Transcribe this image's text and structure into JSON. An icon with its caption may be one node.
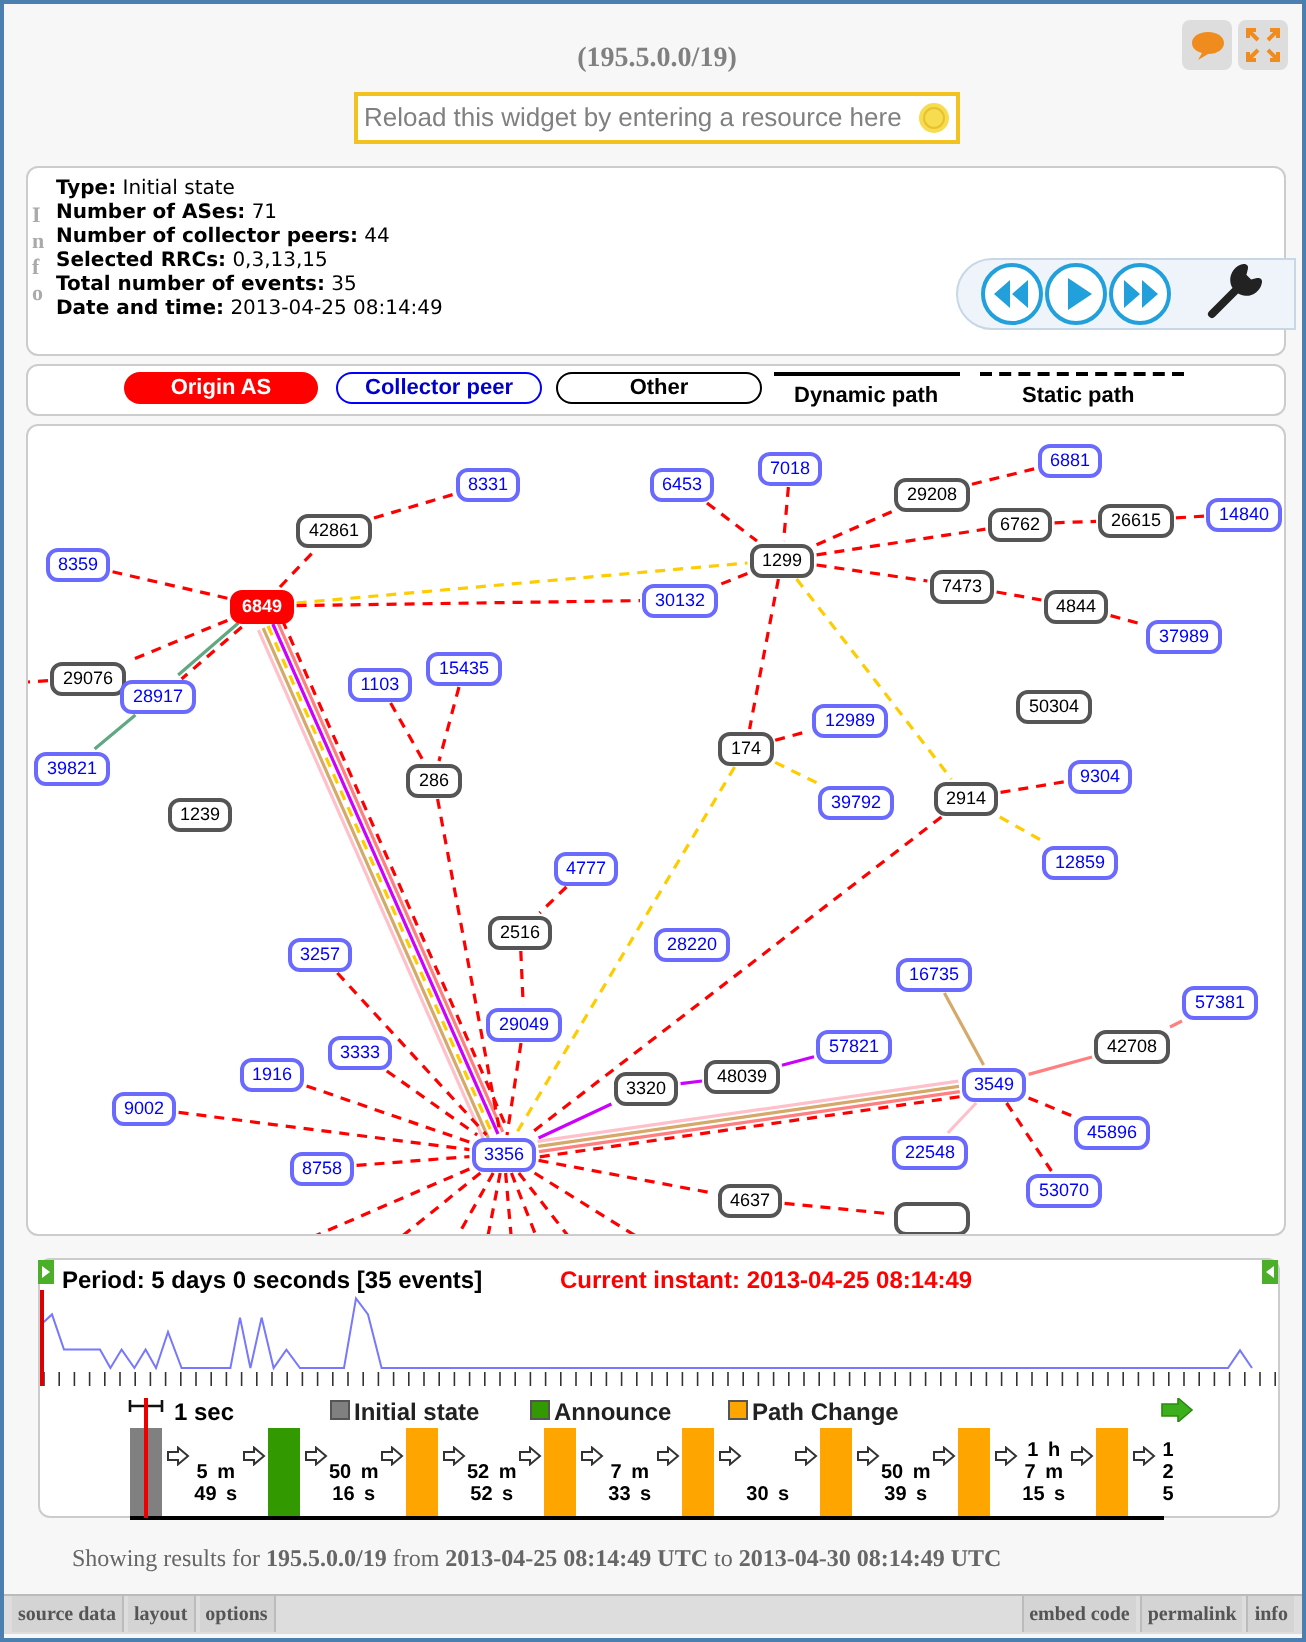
{
  "diagram": {
    "title": "(195.5.0.0/19)",
    "nodes": [
      {
        "text": [
          "6849"
        ]
      },
      {
        "text": [
          "8331"
        ]
      },
      {
        "text": [
          "42861"
        ]
      },
      {
        "text": [
          "8359"
        ]
      },
      {
        "text": [
          "29076"
        ]
      },
      {
        "text": [
          "28917"
        ]
      },
      {
        "text": [
          "39821"
        ]
      },
      {
        "text": [
          "1239"
        ]
      },
      {
        "text": [
          "1103"
        ]
      },
      {
        "text": [
          "15435"
        ]
      },
      {
        "text": [
          "286"
        ]
      },
      {
        "text": [
          "6453"
        ]
      },
      {
        "text": [
          "7018"
        ]
      },
      {
        "text": [
          "29208"
        ]
      },
      {
        "text": [
          "6881"
        ]
      },
      {
        "text": [
          "6762"
        ]
      },
      {
        "text": [
          "26615"
        ]
      },
      {
        "text": [
          "14840"
        ]
      },
      {
        "text": [
          "1299"
        ]
      },
      {
        "text": [
          "30132"
        ]
      },
      {
        "text": [
          "7473"
        ]
      },
      {
        "text": [
          "4844"
        ]
      },
      {
        "text": [
          "37989"
        ]
      },
      {
        "text": [
          "50304"
        ]
      },
      {
        "text": [
          "174"
        ]
      },
      {
        "text": [
          "12989"
        ]
      },
      {
        "text": [
          "39792"
        ]
      },
      {
        "text": [
          "2914"
        ]
      },
      {
        "text": [
          "9304"
        ]
      },
      {
        "text": [
          "12859"
        ]
      },
      {
        "text": [
          "4777"
        ]
      },
      {
        "text": [
          "2516"
        ]
      },
      {
        "text": [
          "28220"
        ]
      },
      {
        "text": [
          "3257"
        ]
      },
      {
        "text": [
          "29049"
        ]
      },
      {
        "text": [
          "3333"
        ]
      },
      {
        "text": [
          "1916"
        ]
      },
      {
        "text": [
          "9002"
        ]
      },
      {
        "text": [
          "3356"
        ]
      },
      {
        "text": [
          "8758"
        ]
      },
      {
        "text": [
          "3320"
        ]
      },
      {
        "text": [
          "48039"
        ]
      },
      {
        "text": [
          "57821"
        ]
      },
      {
        "text": [
          "16735"
        ]
      },
      {
        "text": [
          "3549"
        ]
      },
      {
        "text": [
          "42708"
        ]
      },
      {
        "text": [
          "57381"
        ]
      },
      {
        "text": [
          "22548"
        ]
      },
      {
        "text": [
          "45896"
        ]
      },
      {
        "text": [
          "53070"
        ]
      },
      {
        "text": [
          "4637"
        ]
      },
      {
        "text": [],
        "shape": "box"
      }
    ],
    "edges": [
      {
        "from": 0,
        "to": 3,
        "arrow": "none",
        "style": "dashed"
      },
      {
        "from": 0,
        "to": 2,
        "arrow": "none",
        "style": "dashed"
      },
      {
        "from": 2,
        "to": 1,
        "arrow": "none",
        "style": "dashed"
      },
      {
        "from": 0,
        "to": 4,
        "arrow": "none",
        "style": "dashed"
      },
      {
        "from": 4,
        "to": null,
        "arrow": "none",
        "style": "dashed"
      },
      {
        "from": 0,
        "to": 5,
        "arrow": "none",
        "style": "dashed"
      },
      {
        "from": 0,
        "to": 5,
        "arrow": "none",
        "color": "#5fa882"
      },
      {
        "from": 5,
        "to": 6,
        "arrow": "none",
        "color": "#5fa882"
      },
      {
        "from": 0,
        "to": 18,
        "arrow": "none",
        "style": "dashed",
        "color": "#ffcc00"
      },
      {
        "from": 0,
        "to": 19,
        "arrow": "none",
        "style": "dashed"
      },
      {
        "from": 0,
        "to": 38,
        "arrow": "none",
        "style": "dashed"
      },
      {
        "from": 0,
        "to": 38,
        "arrow": "none",
        "color": "#ff8080"
      },
      {
        "from": 0,
        "to": 38,
        "arrow": "none",
        "color": "#cc00ff"
      },
      {
        "from": 0,
        "to": 38,
        "arrow": "none",
        "style": "dashed",
        "color": "#ffcc00"
      },
      {
        "from": 0,
        "to": 38,
        "arrow": "none",
        "color": "#d4a96a"
      },
      {
        "from": 0,
        "to": 38,
        "arrow": "none",
        "color": "#ffc0cb"
      },
      {
        "from": 8,
        "to": 10,
        "arrow": "none",
        "style": "dashed"
      },
      {
        "from": 9,
        "to": 10,
        "arrow": "none",
        "style": "dashed"
      },
      {
        "from": 10,
        "to": 38,
        "arrow": "none",
        "style": "dashed"
      },
      {
        "from": 11,
        "to": 18,
        "arrow": "none",
        "style": "dashed"
      },
      {
        "from": 12,
        "to": 18,
        "arrow": "none",
        "style": "dashed"
      },
      {
        "from": 18,
        "to": 13,
        "arrow": "none",
        "style": "dashed"
      },
      {
        "from": 13,
        "to": 14,
        "arrow": "none",
        "style": "dashed"
      },
      {
        "from": 18,
        "to": 15,
        "arrow": "none",
        "style": "dashed"
      },
      {
        "from": 15,
        "to": 16,
        "arrow": "none",
        "style": "dashed"
      },
      {
        "from": 16,
        "to": 17,
        "arrow": "none",
        "style": "dashed"
      },
      {
        "from": 18,
        "to": 20,
        "arrow": "none",
        "style": "dashed"
      },
      {
        "from": 20,
        "to": 21,
        "arrow": "none",
        "style": "dashed"
      },
      {
        "from": 21,
        "to": 22,
        "arrow": "none",
        "style": "dashed"
      },
      {
        "from": 18,
        "to": 19,
        "arrow": "none",
        "style": "dashed"
      },
      {
        "from": 18,
        "to": 24,
        "arrow": "none",
        "style": "dashed"
      },
      {
        "from": 18,
        "to": 27,
        "arrow": "none",
        "style": "dashed",
        "color": "#ffcc00"
      },
      {
        "from": 24,
        "to": 25,
        "arrow": "none",
        "style": "dashed"
      },
      {
        "from": 24,
        "to": 26,
        "arrow": "none",
        "style": "dashed",
        "color": "#ffcc00"
      },
      {
        "from": 24,
        "to": 38,
        "arrow": "none",
        "style": "dashed",
        "color": "#ffcc00"
      },
      {
        "from": 27,
        "to": 28,
        "arrow": "none",
        "style": "dashed"
      },
      {
        "from": 27,
        "to": 29,
        "arrow": "none",
        "style": "dashed",
        "color": "#ffcc00"
      },
      {
        "from": 27,
        "to": 38,
        "arrow": "none",
        "style": "dashed"
      },
      {
        "from": 30,
        "to": 31,
        "arrow": "none",
        "style": "dashed"
      },
      {
        "from": 31,
        "to": 34,
        "arrow": "none",
        "style": "dashed"
      },
      {
        "from": 34,
        "to": 38,
        "arrow": "none",
        "style": "dashed"
      },
      {
        "from": 33,
        "to": 38,
        "arrow": "none",
        "style": "dashed"
      },
      {
        "from": 35,
        "to": 38,
        "arrow": "none",
        "style": "dashed"
      },
      {
        "from": 36,
        "to": 38,
        "arrow": "none",
        "style": "dashed"
      },
      {
        "from": 37,
        "to": 38,
        "arrow": "none",
        "style": "dashed"
      },
      {
        "from": 39,
        "to": 38,
        "arrow": "none",
        "style": "dashed"
      },
      {
        "from": 38,
        "to": 40,
        "arrow": "none",
        "color": "#cc00ff"
      },
      {
        "from": 40,
        "to": 41,
        "arrow": "none",
        "color": "#cc00ff"
      },
      {
        "from": 41,
        "to": 42,
        "arrow": "none",
        "color": "#cc00ff"
      },
      {
        "from": 38,
        "to": 44,
        "arrow": "none",
        "color": "#ffc0cb"
      },
      {
        "from": 38,
        "to": 44,
        "arrow": "none",
        "color": "#d4a96a"
      },
      {
        "from": 38,
        "to": 44,
        "arrow": "none",
        "color": "#ff8080"
      },
      {
        "from": 38,
        "to": 44,
        "arrow": "none",
        "style": "dashed"
      },
      {
        "from": 43,
        "to": 44,
        "arrow": "none",
        "color": "#d4a96a"
      },
      {
        "from": 44,
        "to": 45,
        "arrow": "none",
        "color": "#ff8080"
      },
      {
        "from": 45,
        "to": 46,
        "arrow": "none",
        "color": "#ff8080"
      },
      {
        "from": 47,
        "to": 44,
        "arrow": "none",
        "color": "#ffc0cb"
      },
      {
        "from": 44,
        "to": 48,
        "arrow": "none",
        "style": "dashed"
      },
      {
        "from": 44,
        "to": 49,
        "arrow": "none",
        "style": "dashed"
      },
      {
        "from": 38,
        "to": 50,
        "arrow": "none",
        "style": "dashed"
      },
      {
        "from": 50,
        "to": 51,
        "arrow": "none",
        "style": "dashed"
      },
      {
        "from": 38,
        "to": null,
        "arrow": "none",
        "style": "dashed"
      },
      {
        "from": 38,
        "to": null,
        "arrow": "none",
        "style": "dashed"
      },
      {
        "from": 38,
        "to": null,
        "arrow": "none",
        "style": "dashed"
      },
      {
        "from": 38,
        "to": null,
        "arrow": "none",
        "style": "dashed"
      },
      {
        "from": 38,
        "to": null,
        "arrow": "none",
        "style": "dashed"
      },
      {
        "from": 38,
        "to": null,
        "arrow": "none",
        "style": "dashed"
      },
      {
        "from": 38,
        "to": null,
        "arrow": "none",
        "style": "dashed"
      },
      {
        "from": 38,
        "to": null,
        "arrow": "none",
        "style": "dashed"
      }
    ],
    "labels": [
      "Reload this widget by entering a resource here",
      "Info",
      "**Type:** Initial state",
      "**Number of ASes:** 71",
      "**Number of collector peers:** 44",
      "**Selected RRCs:** 0,3,13,15",
      "**Total number of events:** 35",
      "**Date and time:** 2013-04-25 08:14:49",
      "Period: 5 days 0 seconds [35 events]",
      "Current instant: 2013-04-25 08:14:49",
      "1 sec",
      "5 m 49 s",
      "50 m 16 s",
      "52 m 52 s",
      "7 m 33 s",
      "30 s",
      "50 m 39 s",
      "1 h 7 m 15 s",
      "1 2 5",
      "Showing results for **195.5.0.0/19** from **2013-04-25 08:14:49 UTC** to **2013-04-30 08:14:49 UTC**",
      "source data",
      "layout",
      "options",
      "embed code",
      "permalink",
      "info"
    ],
    "legend": [
      {
        "text": "Origin AS",
        "color": "#ff0000"
      },
      {
        "text": "Collector peer"
      },
      {
        "text": "Other"
      },
      {
        "text": "Dynamic path"
      },
      {
        "text": "Static path"
      },
      {
        "text": "Initial state",
        "color": "#808080"
      },
      {
        "text": "Announce",
        "color": "#339900"
      },
      {
        "text": "Path Change",
        "color": "#ffa500"
      }
    ]
  }
}
